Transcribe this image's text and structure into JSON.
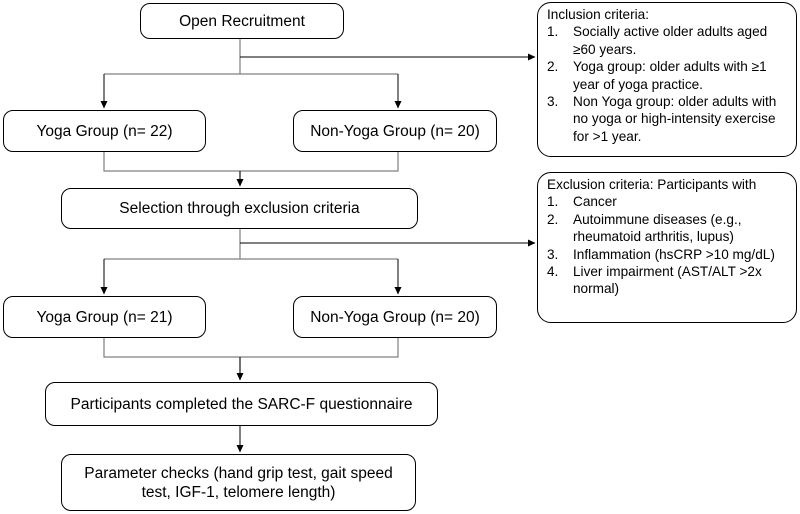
{
  "nodes": {
    "open_recruitment": "Open Recruitment",
    "yoga_group_initial": "Yoga Group (n= 22)",
    "non_yoga_group_initial": "Non-Yoga Group (n= 20)",
    "selection": "Selection through exclusion criteria",
    "yoga_group_final": "Yoga Group (n= 21)",
    "non_yoga_group_final": "Non-Yoga Group (n= 20)",
    "sarcf": "Participants completed the SARC-F questionnaire",
    "parameter_checks": "Parameter checks (hand grip test, gait speed test, IGF-1, telomere length)"
  },
  "inclusion": {
    "title": "Inclusion criteria:",
    "items": [
      {
        "num": "1.",
        "text": "Socially active older adults aged ≥60 years."
      },
      {
        "num": "2.",
        "text": "Yoga group: older adults with ≥1 year of yoga practice."
      },
      {
        "num": "3.",
        "text": "Non Yoga group: older adults with no yoga or high-intensity exercise for >1 year."
      }
    ]
  },
  "exclusion": {
    "title": "Exclusion criteria: Participants with",
    "items": [
      {
        "num": "1.",
        "text": "Cancer"
      },
      {
        "num": "2.",
        "text": "Autoimmune diseases (e.g., rheumatoid arthritis, lupus)"
      },
      {
        "num": "3.",
        "text": "Inflammation (hsCRP >10 mg/dL)"
      },
      {
        "num": "4.",
        "text": "Liver impairment (AST/ALT >2x normal)"
      }
    ]
  }
}
